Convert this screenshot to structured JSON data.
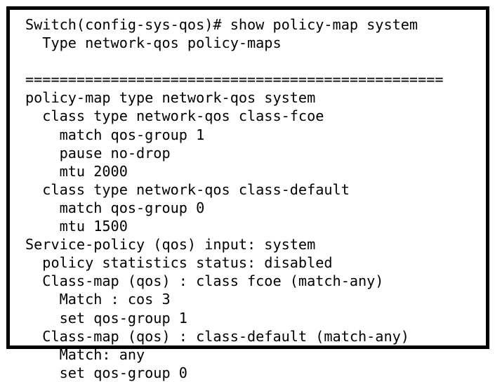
{
  "terminal": {
    "window_title": "",
    "prompt": "Switch(config-sys-qos)#",
    "command": "show policy-map system",
    "lines": [
      "Switch(config-sys-qos)# show policy-map system",
      "  Type network-qos policy-maps",
      "",
      "=================================================",
      "policy-map type network-qos system",
      "  class type network-qos class-fcoe",
      "    match qos-group 1",
      "    pause no-drop",
      "    mtu 2000",
      "  class type network-qos class-default",
      "    match qos-group 0",
      "    mtu 1500",
      "Service-policy (qos) input: system",
      "  policy statistics status: disabled",
      "  Class-map (qos) : class fcoe (match-any)",
      "    Match : cos 3",
      "    set qos-group 1",
      "  Class-map (qos) : class-default (match-any)",
      "    Match: any",
      "    set qos-group 0"
    ],
    "colors": {
      "background": "#ffffff",
      "text": "#000000",
      "border": "#000000"
    }
  }
}
